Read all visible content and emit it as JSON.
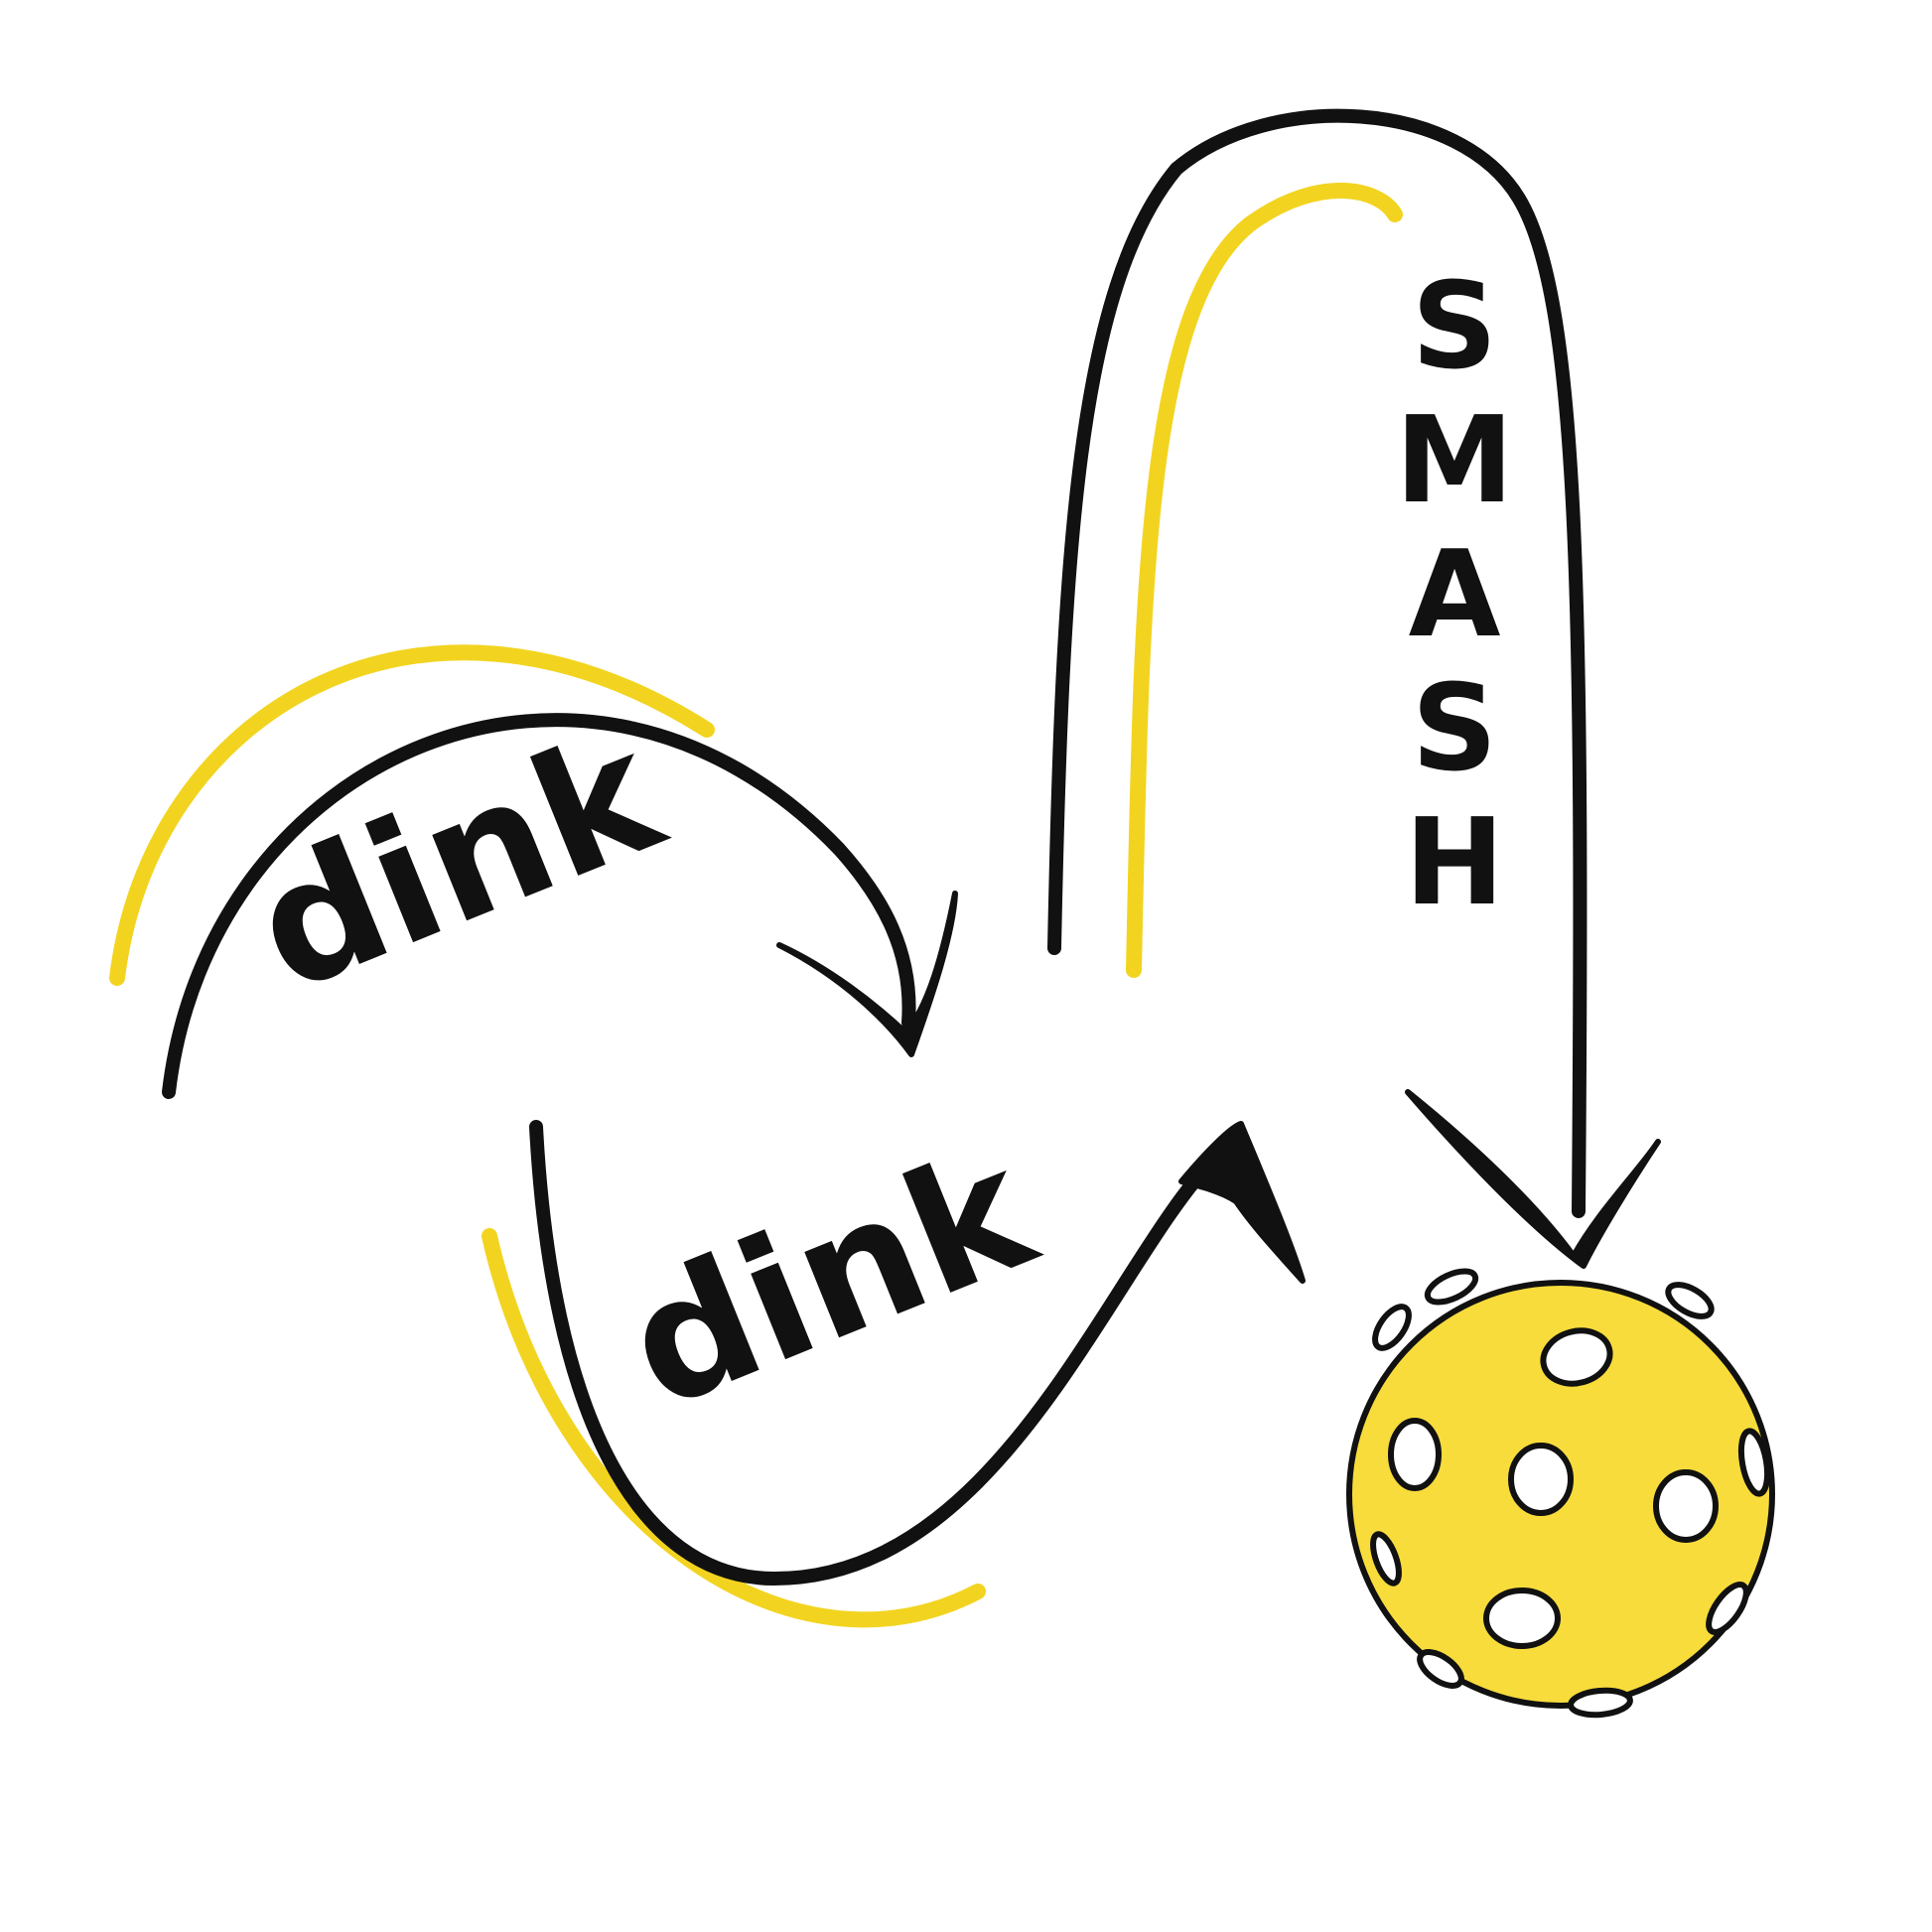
{
  "words": {
    "first": "dink",
    "second": "dink",
    "third": "SMASH"
  },
  "colors": {
    "background": "#ffffff",
    "ink": "#111111",
    "accent": "#f2d420",
    "ball": "#f7dc3c",
    "ball_holes": "#ffffff"
  },
  "icons": {
    "arrow_1": "arrow-down-right-icon",
    "arrow_2": "arrow-up-right-icon",
    "arrow_3": "arrow-down-icon",
    "ball": "pickleball-icon"
  }
}
